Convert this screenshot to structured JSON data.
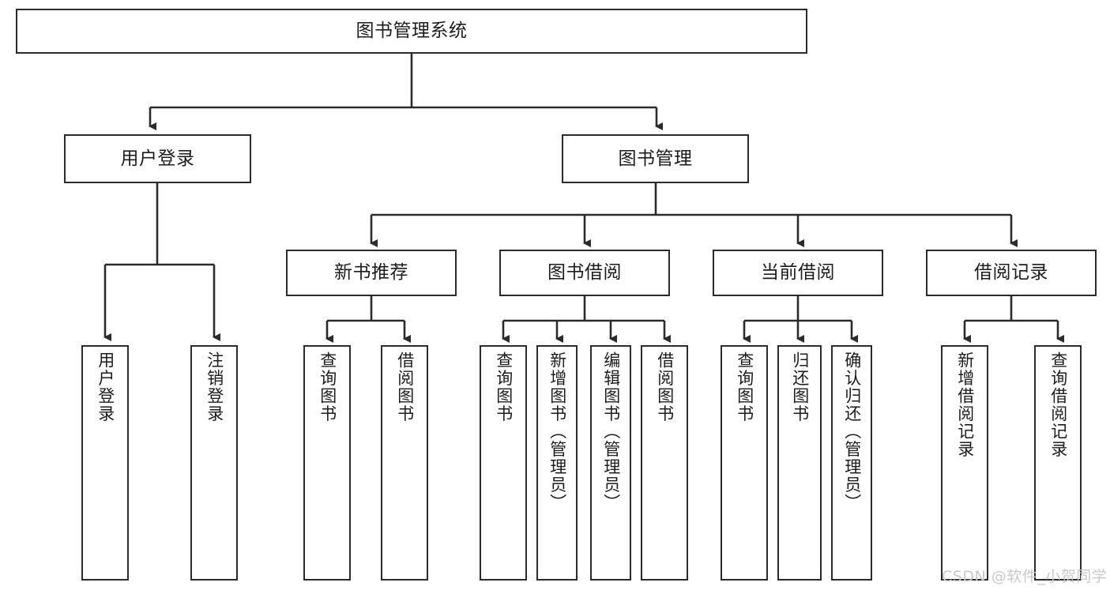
{
  "diagram": {
    "type": "tree-hierarchy-chart",
    "title": "图书管理系统",
    "background_color": "#ffffff",
    "line_color": "#2b2b2b",
    "node_fill": "#ffffff",
    "text_color": "#1c1c1c"
  },
  "root": {
    "label": "图书管理系统"
  },
  "level1": [
    {
      "label": "用户登录"
    },
    {
      "label": "图书管理"
    }
  ],
  "level2": [
    {
      "label": "新书推荐"
    },
    {
      "label": "图书借阅"
    },
    {
      "label": "当前借阅"
    },
    {
      "label": "借阅记录"
    }
  ],
  "leaves": [
    {
      "label": "用户登录",
      "parent": "用户登录"
    },
    {
      "label": "注销登录",
      "parent": "用户登录"
    },
    {
      "label": "查询图书",
      "parent": "新书推荐"
    },
    {
      "label": "借阅图书",
      "parent": "新书推荐"
    },
    {
      "label": "查询图书",
      "parent": "图书借阅"
    },
    {
      "label": "新增图书（管理员）",
      "parent": "图书借阅"
    },
    {
      "label": "编辑图书（管理员）",
      "parent": "图书借阅"
    },
    {
      "label": "借阅图书",
      "parent": "图书借阅"
    },
    {
      "label": "查询图书",
      "parent": "当前借阅"
    },
    {
      "label": "归还图书",
      "parent": "当前借阅"
    },
    {
      "label": "确认归还（管理员）",
      "parent": "当前借阅"
    },
    {
      "label": "新增借阅记录",
      "parent": "借阅记录"
    },
    {
      "label": "查询借阅记录",
      "parent": "借阅记录"
    }
  ],
  "watermark": {
    "text": "CSDN @软件_小贺同学"
  }
}
